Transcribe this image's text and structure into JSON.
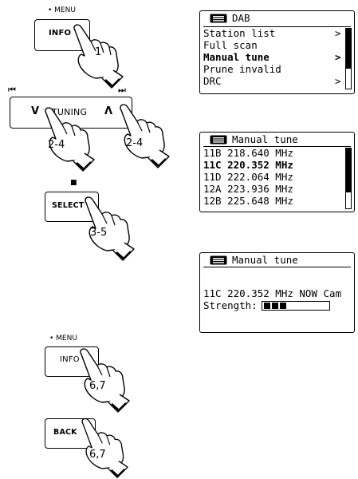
{
  "buttons": {
    "menu_caption_1": "• MENU",
    "info_1": "INFO",
    "step_1": "1",
    "tuning_prev_glyph": "⏮",
    "tuning_next_glyph": "⏭",
    "tuning_down": "V",
    "tuning_label": "TUNING",
    "tuning_up": "Λ",
    "step_2a": "2-4",
    "step_2b": "2-4",
    "select_square": "■",
    "select": "SELECT",
    "step_3": "3-5",
    "menu_caption_2": "• MENU",
    "info_2": "INFO",
    "step_4": "6,7",
    "back": "BACK",
    "step_5": "6,7"
  },
  "screen1": {
    "icon": "menu-icon",
    "title": "DAB",
    "rows": [
      {
        "label": "Station list",
        "arrow": ">",
        "bold": false
      },
      {
        "label": "Full scan",
        "arrow": "",
        "bold": false
      },
      {
        "label": "Manual tune",
        "arrow": ">",
        "bold": true
      },
      {
        "label": "Prune invalid",
        "arrow": "",
        "bold": false
      },
      {
        "label": "DRC",
        "arrow": ">",
        "bold": false
      }
    ]
  },
  "screen2": {
    "icon": "menu-icon",
    "title": "Manual tune",
    "rows": [
      {
        "label": "11B 218.640 MHz",
        "bold": false
      },
      {
        "label": "11C 220.352 MHz",
        "bold": true
      },
      {
        "label": "11D 222.064 MHz",
        "bold": false
      },
      {
        "label": "12A 223.936 MHz",
        "bold": false
      },
      {
        "label": "12B 225.648 MHz",
        "bold": false
      }
    ]
  },
  "screen3": {
    "icon": "menu-icon",
    "title": "Manual tune",
    "station_line": "11C 220.352 MHz NOW Cam",
    "strength_label": "Strength:",
    "strength_level": 0.42
  }
}
